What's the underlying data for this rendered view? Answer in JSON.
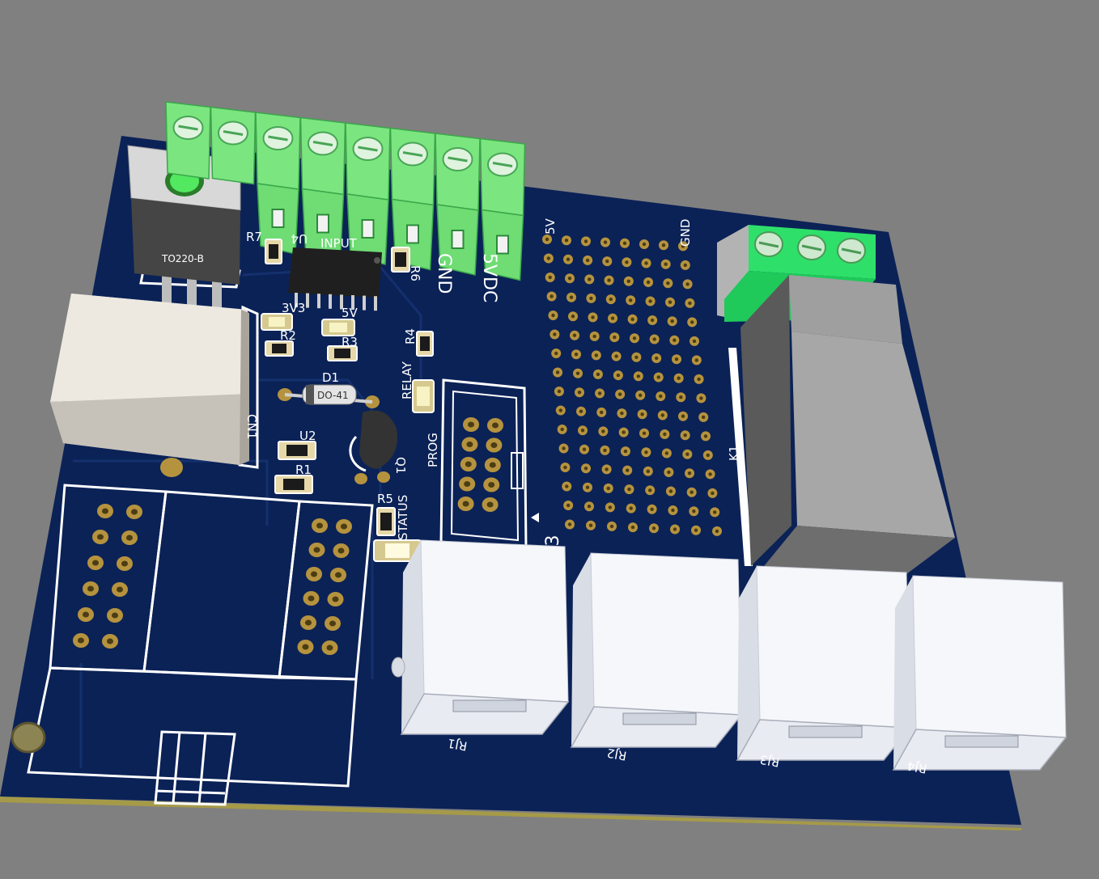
{
  "labels": {
    "input": "INPUT",
    "gnd_terminal": "GND",
    "vdc": "5VDC",
    "five_v": "5V",
    "gnd_proto": "GND",
    "r7": "R7",
    "u4": "U4",
    "r6": "R6",
    "led_3v3": "3V3",
    "led_5v": "5V",
    "r2": "R2",
    "r3": "R3",
    "r4": "R4",
    "d1": "D1",
    "do41": "DO-41",
    "relay": "RELAY",
    "prog": "PROG",
    "u2": "U2",
    "r1": "R1",
    "q1": "Q1",
    "r5": "R5",
    "status": "STATUS",
    "cn1": "CN1",
    "to220": "TO220-B",
    "k1": "K1",
    "j3": "J3",
    "rj1": "RJ1",
    "rj2": "RJ2",
    "rj3": "RJ3",
    "rj4": "RJ4"
  },
  "colors": {
    "background": "#808080",
    "pcb": "#0b2257",
    "terminal_green": "#7be67f",
    "relay_gray": "#a9a9a9",
    "pad_gold": "#b5933e"
  }
}
